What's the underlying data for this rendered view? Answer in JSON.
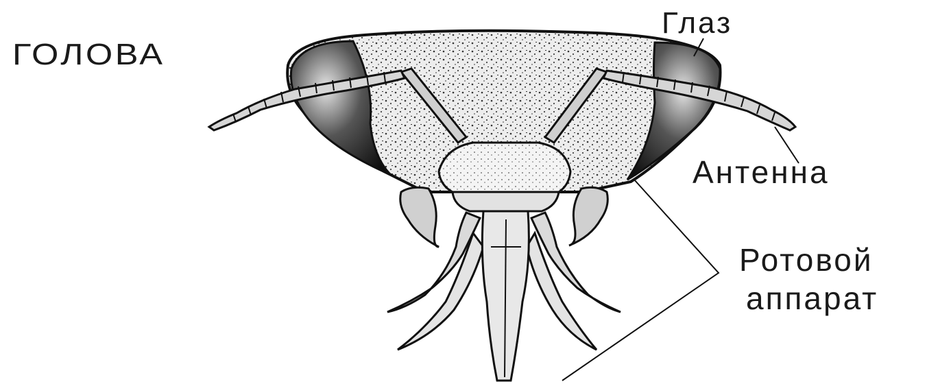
{
  "labels": {
    "title": "ГОЛОВА",
    "eye": "Глаз",
    "antenna": "Антенна",
    "mouthparts_line1": "Ротовой",
    "mouthparts_line2": "аппарат"
  },
  "colors": {
    "ink": "#1a1a1a",
    "background": "#ffffff"
  }
}
